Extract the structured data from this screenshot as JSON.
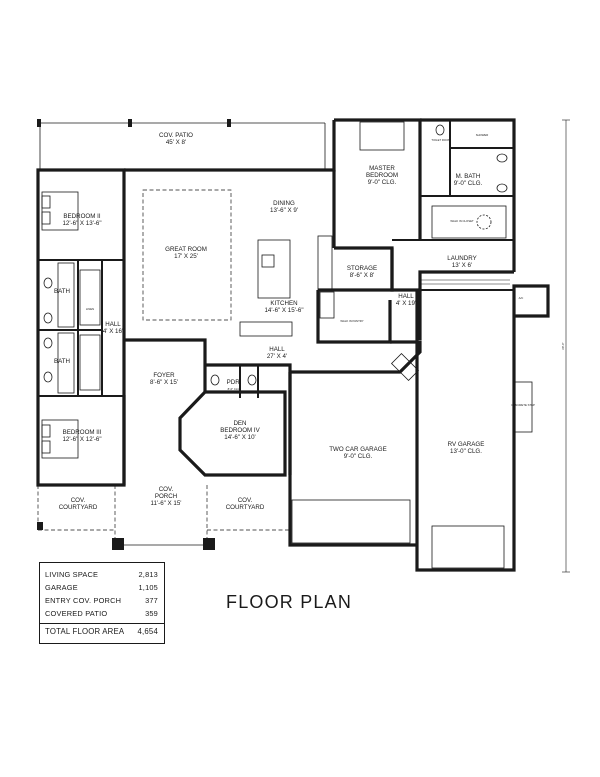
{
  "title": "FLOOR PLAN",
  "rooms": {
    "cov_patio": {
      "name": "COV. PATIO",
      "dims": "45' X 8'"
    },
    "master_bedroom": {
      "name": "MASTER BEDROOM",
      "name_l1": "MASTER",
      "name_l2": "BEDROOM",
      "dims": "9'-0\" CLG."
    },
    "m_bath": {
      "name": "M. BATH",
      "dims": "9'-0\" CLG."
    },
    "bedroom_ii": {
      "name": "BEDROOM II",
      "dims": "12'-6\" X 13'-6\""
    },
    "great_room": {
      "name": "GREAT ROOM",
      "dims": "17' X 25'"
    },
    "dining": {
      "name": "DINING",
      "dims": "13'-6\" X 9'"
    },
    "storage": {
      "name": "STORAGE",
      "dims": "8'-6\" X 8'"
    },
    "laundry": {
      "name": "LAUNDRY",
      "dims": "13' X 6'"
    },
    "kitchen": {
      "name": "KITCHEN",
      "dims": "14'-6\" X 15'-6\""
    },
    "hall_east": {
      "name": "HALL",
      "dims": "4' X 19'"
    },
    "hall_center": {
      "name": "HALL",
      "dims": "27' X 4'"
    },
    "hall_west": {
      "name": "HALL",
      "dims": "4' X 16'"
    },
    "bath_upper": {
      "name": "BATH"
    },
    "bath_lower": {
      "name": "BATH"
    },
    "foyer": {
      "name": "FOYER",
      "dims": "8'-6\" X 15'"
    },
    "pdr": {
      "name": "PDR.",
      "dims": "8'-0\" CLG."
    },
    "den": {
      "name": "DEN",
      "name_l2": "BEDROOM IV",
      "dims": "14'-6\" X 10'"
    },
    "two_car_garage": {
      "name": "TWO CAR GARAGE",
      "dims": "9'-0\" CLG."
    },
    "rv_garage": {
      "name": "RV GARAGE",
      "dims": "13'-0\" CLG."
    },
    "bedroom_iii": {
      "name": "BEDROOM III",
      "dims": "12'-6\" X 12'-6\""
    },
    "cov_courtyard_w": {
      "name_l1": "COV.",
      "name_l2": "COURTYARD"
    },
    "cov_porch": {
      "name_l1": "COV.",
      "name_l2": "PORCH",
      "dims": "11'-6\" X 15'"
    },
    "cov_courtyard_e": {
      "name_l1": "COV.",
      "name_l2": "COURTYARD"
    }
  },
  "fixtures": {
    "shower": "SHOWER",
    "toilet_room": "TOILET ROOM",
    "walk_in_closet": "WALK IN CLOSET",
    "walk_in_pantry": "WALK IN PANTRY",
    "concrete_step": "CONCRETE STEP",
    "ac": "A/C",
    "linen_w": "LINEN"
  },
  "dimensions": {
    "overall_depth": "68'-0\""
  },
  "areas": [
    {
      "label": "LIVING SPACE",
      "value": "2,813"
    },
    {
      "label": "GARAGE",
      "value": "1,105"
    },
    {
      "label": "ENTRY COV. PORCH",
      "value": "377"
    },
    {
      "label": "COVERED PATIO",
      "value": "359"
    }
  ],
  "total": {
    "label": "TOTAL FLOOR AREA",
    "value": "4,654"
  }
}
